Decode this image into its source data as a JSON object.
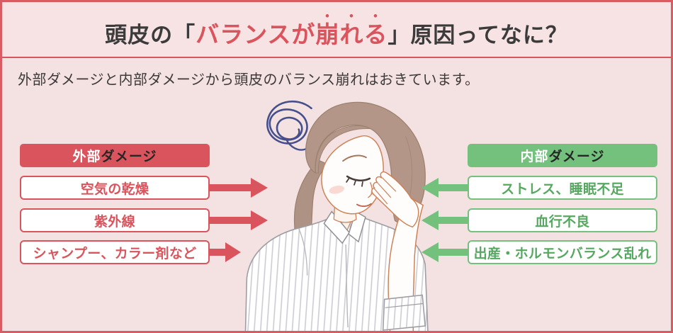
{
  "page": {
    "title": {
      "prefix": "頭皮の",
      "bracket_open": "「",
      "highlight_plain": "バランスが",
      "highlight_dotted": "崩れる",
      "bracket_close": "」",
      "suffix": "原因ってなに？"
    },
    "subtitle": "外部ダメージと内部ダメージから頭皮のバランス崩れはおきています。"
  },
  "external_panel": {
    "header_primary": "外部",
    "header_secondary": "ダメージ",
    "items": [
      "空気の乾燥",
      "紫外線",
      "シャンプー、カラー剤など"
    ]
  },
  "internal_panel": {
    "header_primary": "内部",
    "header_secondary": "ダメージ",
    "items": [
      "ストレス、睡眠不足",
      "血行不良",
      "出産・ホルモンバランス乱れ"
    ]
  },
  "colors": {
    "external_accent": "#d9545c",
    "internal_accent": "#74c17e",
    "internal_text": "#56a860",
    "page_background": "#f4e1e1",
    "page_border": "#d75c63",
    "title_text": "#3b3b3b",
    "scribble_blue": "#454f8c"
  }
}
